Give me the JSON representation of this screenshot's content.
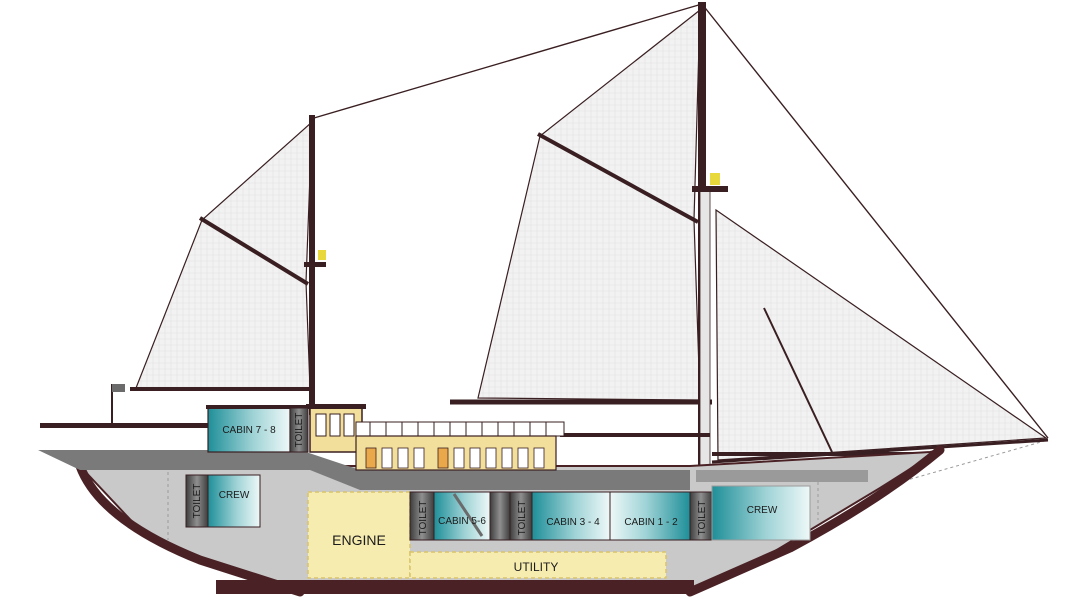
{
  "labels": {
    "cabin_7_8": "CABIN 7 - 8",
    "toilet_upper": "TOILET",
    "toilet_aft": "TOILET",
    "crew_aft": "CREW",
    "engine": "ENGINE",
    "toilet_mid_a": "TOILET",
    "cabin_5_6": "CABIN 5-6",
    "toilet_mid_b": "TOILET",
    "cabin_3_4": "CABIN 3 - 4",
    "cabin_1_2": "CABIN 1 - 2",
    "toilet_fwd": "TOILET",
    "crew_fwd": "CREW",
    "utility": "UTILITY"
  },
  "colors": {
    "background": "#ffffff",
    "hull_outline": "#4a2226",
    "hull_fill": "#c9c9c9",
    "deck": "#7a7a7a",
    "sail": "#f1f1f1",
    "mast": "#3a1f22",
    "cabin_teal": "#1f8f99",
    "deckhouse": "#f3df9c",
    "engine_room": "#f7ecb0",
    "toilet": "#5a5a5a"
  }
}
